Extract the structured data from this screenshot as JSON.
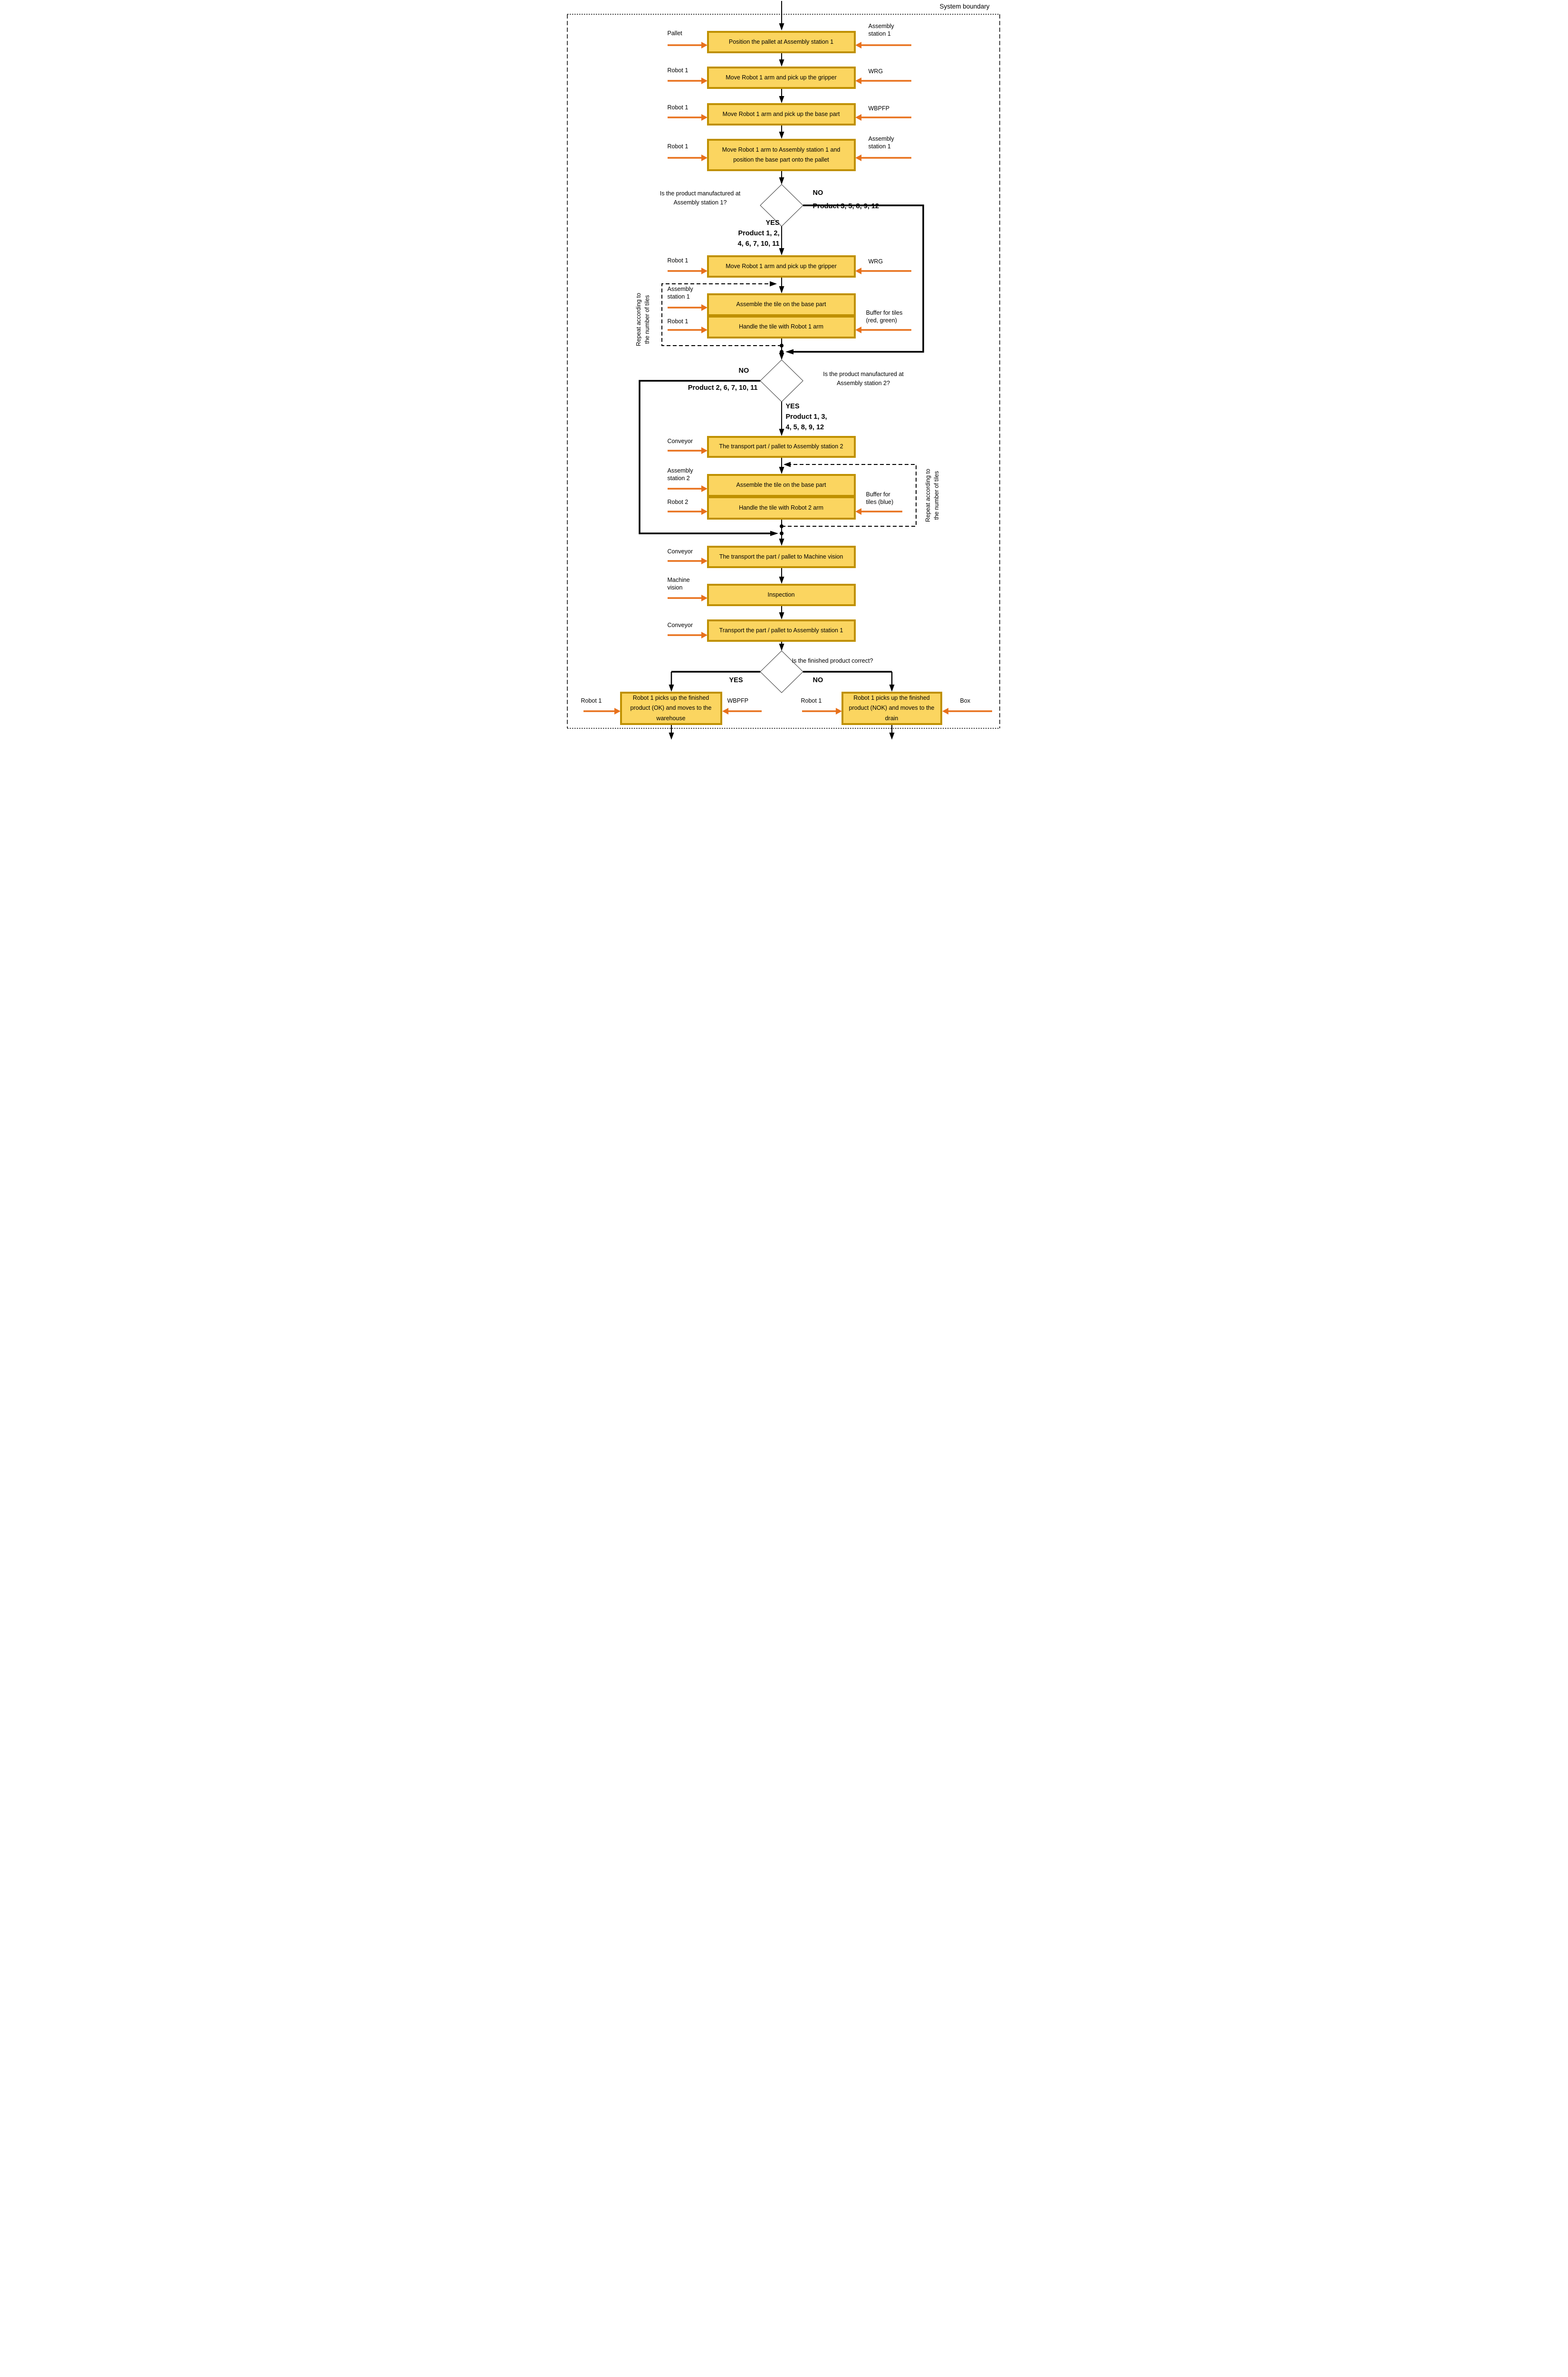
{
  "system_boundary": "System boundary",
  "colors": {
    "box_fill": "#FBD560",
    "box_border": "#BF9000",
    "input_arrow": "#E8711C",
    "line": "#000000"
  },
  "process": {
    "box1": {
      "text": "Position the pallet at Assembly station 1",
      "left": "Pallet",
      "right": "Assembly\nstation 1"
    },
    "box2": {
      "text": "Move Robot 1 arm and pick up the gripper",
      "left": "Robot 1",
      "right": "WRG"
    },
    "box3": {
      "text": "Move Robot 1 arm and pick up the base part",
      "left": "Robot 1",
      "right": "WBPFP"
    },
    "box4": {
      "text": "Move Robot 1 arm to Assembly station 1 and position the base part onto the pallet",
      "left": "Robot 1",
      "right": "Assembly\nstation 1"
    },
    "box5": {
      "text": "Move Robot 1 arm and pick up the gripper",
      "left": "Robot 1",
      "right": "WRG"
    },
    "box6": {
      "text": "Assemble the tile on the base part",
      "left": "Assembly\nstation 1"
    },
    "box7": {
      "text": "Handle the tile with Robot 1 arm",
      "left": "Robot 1",
      "right": "Buffer for tiles\n(red, green)"
    },
    "box8": {
      "text": "The transport part / pallet to Assembly station 2",
      "left": "Conveyor"
    },
    "box9": {
      "text": "Assemble the tile on the base part",
      "left": "Assembly\nstation 2"
    },
    "box10": {
      "text": "Handle the tile with Robot 2 arm",
      "left": "Robot 2",
      "right": "Buffer for\ntiles (blue)"
    },
    "box11": {
      "text": "The transport the part / pallet to Machine vision",
      "left": "Conveyor"
    },
    "box12": {
      "text": "Inspection",
      "left": "Machine\nvision"
    },
    "box13": {
      "text": "Transport the part / pallet to Assembly station 1",
      "left": "Conveyor"
    },
    "box14": {
      "text": "Robot 1 picks up the finished product (OK) and moves to the warehouse",
      "left": "Robot 1",
      "right": "WBPFP"
    },
    "box15": {
      "text": "Robot 1 picks up the finished product (NOK) and moves to the drain",
      "left": "Robot 1",
      "right": "Box"
    }
  },
  "decisions": {
    "d1": {
      "question": "Is the product manufactured at\nAssembly station 1?",
      "no": "NO",
      "no_products": "Product 3, 5, 8, 9, 12",
      "yes": "YES",
      "yes_products": "Product 1, 2,\n4, 6, 7, 10, 11"
    },
    "d2": {
      "question": "Is the product manufactured at\nAssembly station 2?",
      "no": "NO",
      "no_products": "Product 2, 6, 7, 10, 11",
      "yes": "YES",
      "yes_products": "Product 1, 3,\n4, 5, 8, 9, 12"
    },
    "d3": {
      "question": "Is the finished product correct?",
      "yes": "YES",
      "no": "NO"
    }
  },
  "loops": {
    "loop1": "Repeat according to\nthe number of tiles",
    "loop2": "Repeat according to\nthe number of tiles"
  }
}
